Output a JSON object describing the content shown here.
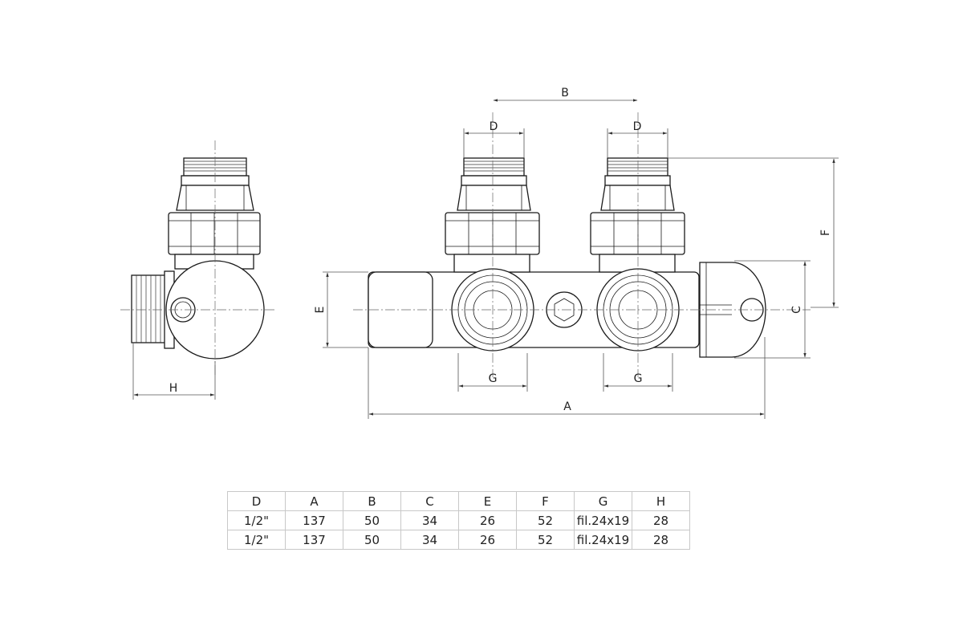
{
  "dimension_labels": {
    "H": "H",
    "E": "E",
    "D_left": "D",
    "D_right": "D",
    "B": "B",
    "F": "F",
    "C": "C",
    "G_left": "G",
    "G_right": "G",
    "A": "A"
  },
  "spec_table": {
    "headers": [
      "D",
      "A",
      "B",
      "C",
      "E",
      "F",
      "G",
      "H"
    ],
    "rows": [
      [
        "1/2\"",
        "137",
        "50",
        "34",
        "26",
        "52",
        "fil.24x19",
        "28"
      ],
      [
        "1/2\"",
        "137",
        "50",
        "34",
        "26",
        "52",
        "fil.24x19",
        "28"
      ]
    ]
  }
}
